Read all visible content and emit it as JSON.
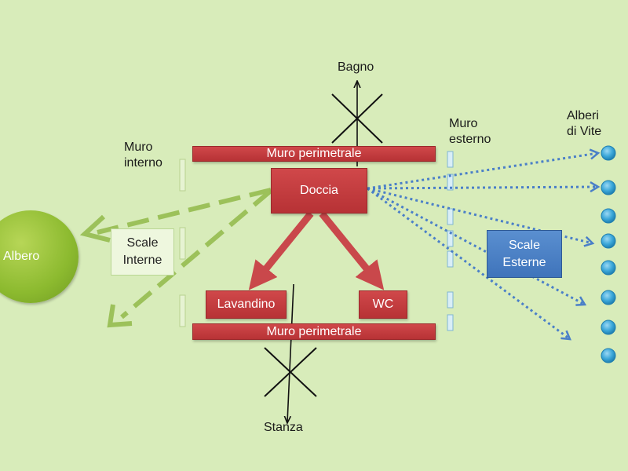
{
  "labels": {
    "bagno": "Bagno",
    "stanza": "Stanza",
    "muro_interno": "Muro\ninterno",
    "muro_esterno": "Muro\nesterno",
    "alberi_di_vite": "Alberi\ndi Vite"
  },
  "nodes": {
    "muro_perimetrale_top": "Muro perimetrale",
    "muro_perimetrale_bottom": "Muro perimetrale",
    "doccia": "Doccia",
    "lavandino": "Lavandino",
    "wc": "WC",
    "scale_interne": "Scale\nInterne",
    "scale_esterne": "Scale\nEsterne",
    "albero": "Albero"
  },
  "colors": {
    "background": "#d8ecba",
    "red_box": "#c43c3f",
    "red_arrow": "#c9484b",
    "green_arrow": "#9cc15a",
    "blue_arrow": "#4a7fc8",
    "vine_dot": "#3aa6d8",
    "wall_slot": "#e6f3d2"
  }
}
